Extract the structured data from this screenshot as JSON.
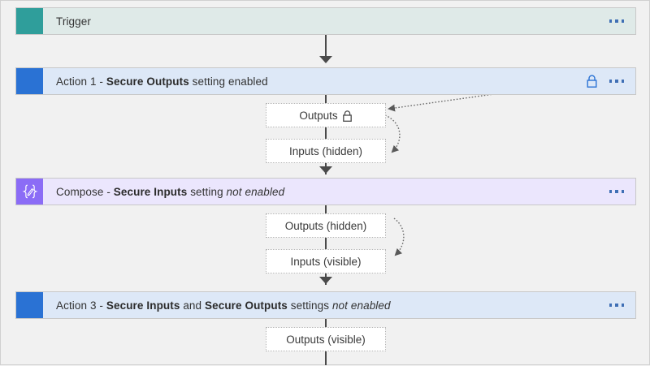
{
  "diagram": {
    "title": "Logic Apps secure inputs and outputs flow",
    "colors": {
      "canvas_bg": "#f1f1f1",
      "trigger_swatch": "#2f9e9b",
      "trigger_card": "#dfeae8",
      "action_swatch": "#2a72d4",
      "action_card": "#dde8f7",
      "compose_swatch": "#8b6cf6",
      "compose_card": "#ebe6fd",
      "box_fill": "#ffffff",
      "box_border": "#b4b4b4",
      "connector": "#4a4a4a",
      "ellipsis_dot": "#3f6fb5",
      "lock_blue": "#2a72d4",
      "lock_gray": "#4a4a4a"
    },
    "nodes": [
      {
        "id": "trigger",
        "kind": "trigger",
        "icon": "trigger-swatch-icon",
        "title_plain": "Trigger",
        "title_parts": [
          {
            "text": "Trigger",
            "style": "normal"
          }
        ],
        "has_lock": false,
        "menu": "•••"
      },
      {
        "id": "action1",
        "kind": "action",
        "icon": "action-swatch-icon",
        "title_plain": "Action 1 - Secure Outputs setting enabled",
        "title_parts": [
          {
            "text": "Action 1 - ",
            "style": "normal"
          },
          {
            "text": "Secure Outputs",
            "style": "bold"
          },
          {
            "text": " setting enabled",
            "style": "normal"
          }
        ],
        "has_lock": true,
        "lock_icon": "lock-icon",
        "menu": "•••"
      },
      {
        "id": "compose",
        "kind": "compose",
        "icon": "compose-braces-pencil-icon",
        "icon_glyph": "{✎}",
        "title_plain": "Compose - Secure Inputs setting not enabled",
        "title_parts": [
          {
            "text": "Compose - ",
            "style": "normal"
          },
          {
            "text": "Secure Inputs",
            "style": "bold"
          },
          {
            "text": " setting ",
            "style": "normal"
          },
          {
            "text": "not enabled",
            "style": "italic"
          }
        ],
        "has_lock": false,
        "menu": "•••"
      },
      {
        "id": "action3",
        "kind": "action",
        "icon": "action-swatch-icon",
        "title_plain": "Action 3 - Secure Inputs and Secure Outputs settings not enabled",
        "title_parts": [
          {
            "text": "Action 3 - ",
            "style": "normal"
          },
          {
            "text": "Secure Inputs",
            "style": "bold"
          },
          {
            "text": " and ",
            "style": "normal"
          },
          {
            "text": "Secure Outputs",
            "style": "bold"
          },
          {
            "text": " settings ",
            "style": "normal"
          },
          {
            "text": "not enabled",
            "style": "italic"
          }
        ],
        "has_lock": false,
        "menu": "•••"
      }
    ],
    "io_boxes": [
      {
        "id": "io1",
        "label": "Outputs",
        "lock": true,
        "lock_icon": "lock-icon"
      },
      {
        "id": "io2",
        "label": "Inputs (hidden)",
        "lock": false
      },
      {
        "id": "io3",
        "label": "Outputs (hidden)",
        "lock": false
      },
      {
        "id": "io4",
        "label": "Inputs (visible)",
        "lock": false
      },
      {
        "id": "io5",
        "label": "Outputs (visible)",
        "lock": false
      }
    ]
  }
}
